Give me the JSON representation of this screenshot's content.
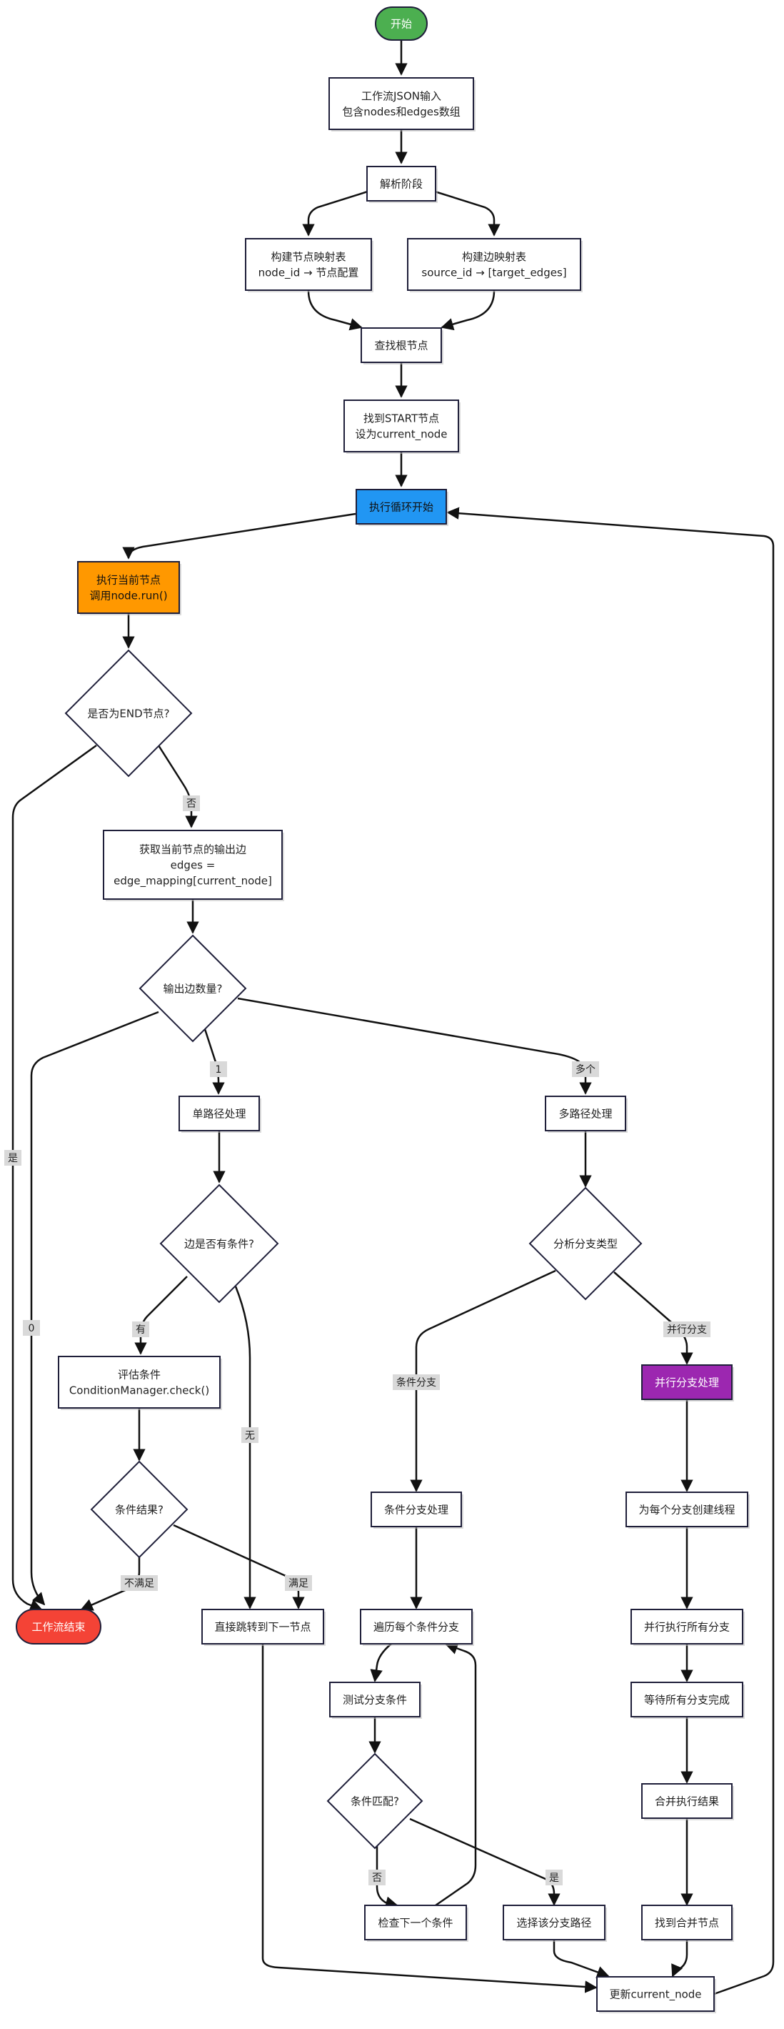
{
  "colors": {
    "start": "#4caf50",
    "end": "#f44336",
    "loop_start": "#2196f3",
    "exec_node": "#ff9800",
    "parallel": "#9c27b0",
    "stroke": "#1f1f3a",
    "edge_label_bg": "#d9d9d9"
  },
  "nodes": {
    "start": {
      "text": [
        "开始"
      ]
    },
    "input": {
      "text": [
        "工作流JSON输入",
        "包含nodes和edges数组"
      ]
    },
    "parse": {
      "text": [
        "解析阶段"
      ]
    },
    "node_map": {
      "text": [
        "构建节点映射表",
        "node_id → 节点配置"
      ]
    },
    "edge_map": {
      "text": [
        "构建边映射表",
        "source_id → [target_edges]"
      ]
    },
    "find_root": {
      "text": [
        "查找根节点"
      ]
    },
    "found_start": {
      "text": [
        "找到START节点",
        "设为current_node"
      ]
    },
    "loop_start": {
      "text": [
        "执行循环开始"
      ]
    },
    "exec_current": {
      "text": [
        "执行当前节点",
        "调用node.run()"
      ]
    },
    "is_end": {
      "text": [
        "是否为END节点?"
      ]
    },
    "get_edges": {
      "text": [
        "获取当前节点的输出边",
        "edges =",
        "edge_mapping[current_node]"
      ]
    },
    "edge_count": {
      "text": [
        "输出边数量?"
      ]
    },
    "single_path": {
      "text": [
        "单路径处理"
      ]
    },
    "multi_path": {
      "text": [
        "多路径处理"
      ]
    },
    "has_condition": {
      "text": [
        "边是否有条件?"
      ]
    },
    "branch_type": {
      "text": [
        "分析分支类型"
      ]
    },
    "eval_cond": {
      "text": [
        "评估条件",
        "ConditionManager.check()"
      ]
    },
    "cond_result": {
      "text": [
        "条件结果?"
      ]
    },
    "wf_end": {
      "text": [
        "工作流结束"
      ]
    },
    "jump_next": {
      "text": [
        "直接跳转到下一节点"
      ]
    },
    "cond_branch": {
      "text": [
        "条件分支处理"
      ]
    },
    "parallel_branch": {
      "text": [
        "并行分支处理"
      ]
    },
    "create_threads": {
      "text": [
        "为每个分支创建线程"
      ]
    },
    "iter_branches": {
      "text": [
        "遍历每个条件分支"
      ]
    },
    "run_all": {
      "text": [
        "并行执行所有分支"
      ]
    },
    "test_cond": {
      "text": [
        "测试分支条件"
      ]
    },
    "wait_all": {
      "text": [
        "等待所有分支完成"
      ]
    },
    "cond_match": {
      "text": [
        "条件匹配?"
      ]
    },
    "merge": {
      "text": [
        "合并执行结果"
      ]
    },
    "check_next": {
      "text": [
        "检查下一个条件"
      ]
    },
    "select_path": {
      "text": [
        "选择该分支路径"
      ]
    },
    "find_merge": {
      "text": [
        "找到合并节点"
      ]
    },
    "update_current": {
      "text": [
        "更新current_node"
      ]
    }
  },
  "edge_labels": {
    "no": "否",
    "yes": "是",
    "one": "1",
    "multi": "多个",
    "zero": "0",
    "has": "有",
    "none": "无",
    "cond_branch": "条件分支",
    "parallel_branch": "并行分支",
    "not_met": "不满足",
    "met": "满足",
    "match_no": "否",
    "match_yes": "是"
  }
}
